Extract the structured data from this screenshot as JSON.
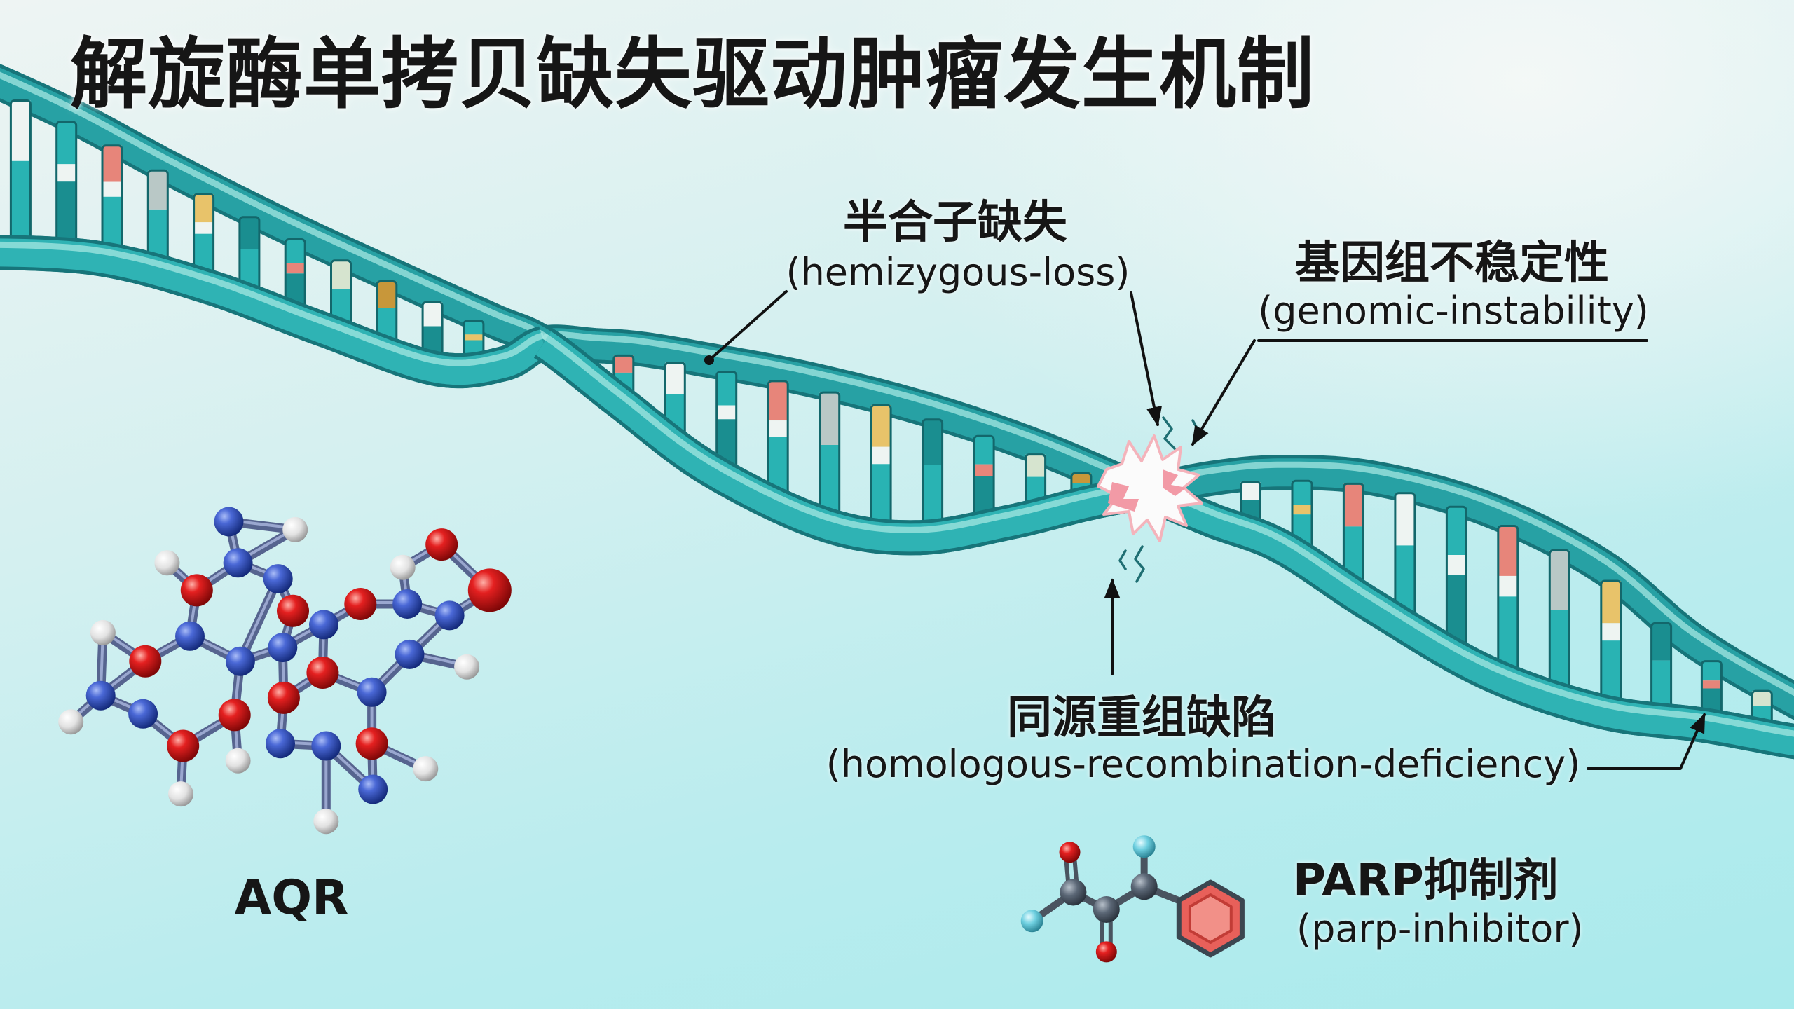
{
  "title": "解旋酶单拷贝缺失驱动肿瘤发生机制",
  "hemizygous_loss": {
    "label_zh": "半合子缺失",
    "label_en": "(hemizygous-loss)"
  },
  "genomic_instability": {
    "label_zh": "基因组不稳定性",
    "label_en": "(genomic-instability)"
  },
  "homologous_recombination_deficiency": {
    "label_zh": "同源重组缺陷",
    "label_en": "(homologous-recombination-deficiency)"
  },
  "aqr": {
    "label": "AQR"
  },
  "parp_inhibitor": {
    "label_zh": "PARP抑制剂",
    "label_en": "(parp-inhibitor)"
  },
  "colors": {
    "dna_backbone": "#2fb3b4",
    "dna_backbone_back": "#27a1a4",
    "dna_backbone_edge": "#17757a",
    "dna_backbone_highlight": "#a4e7e2",
    "base_pair_outline": "#13676b",
    "base_pair_palette": [
      "#29b3b3",
      "#1a8e90",
      "#eef4f2",
      "#e7857a",
      "#e8c36a",
      "#b9c8c6",
      "#c8973a",
      "#d6e4cf"
    ],
    "atom_blue": "#2446b8",
    "atom_red": "#e01515",
    "atom_white": "#e2e2e2",
    "atom_gray": "#5b6776",
    "atom_cyan": "#6fd0e0",
    "bond_blue": "#56648f",
    "bond_gray": "#4a5460",
    "ring_fill": "#e8605a",
    "break_edge": "#f29aa6",
    "text": "#161616"
  }
}
